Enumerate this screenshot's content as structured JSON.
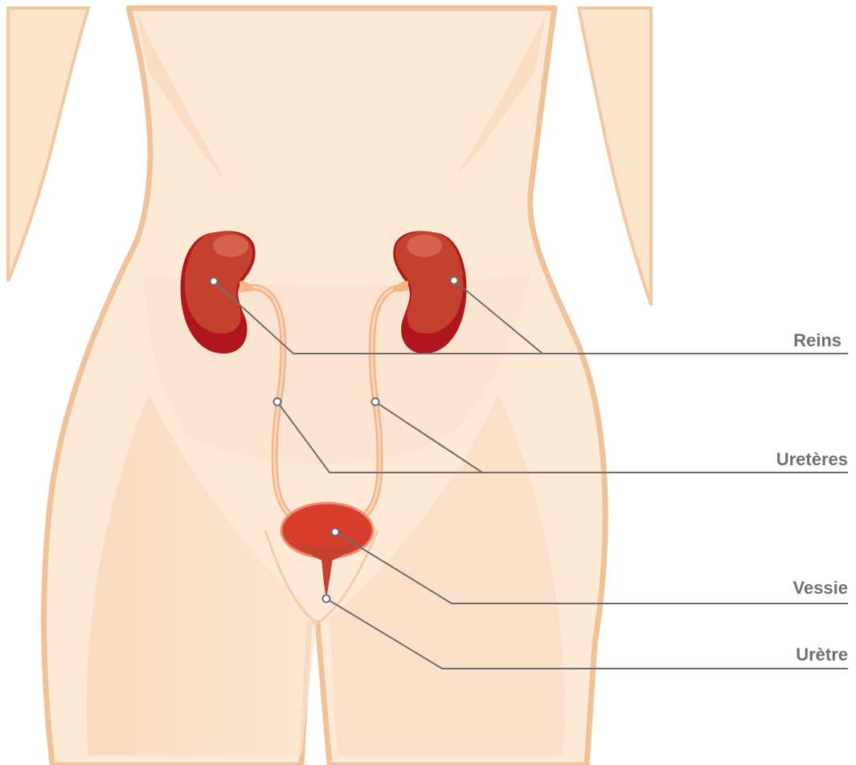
{
  "labels": {
    "reins": "Reins",
    "ureteres": "Uretères",
    "vessie": "Vessie",
    "uretre": "Urètre"
  },
  "colors": {
    "skin_light": "#fce8d4",
    "skin_mid": "#f7d7b8",
    "skin_outline": "#efc29a",
    "kidney_dark": "#b0161b",
    "kidney_main": "#c4422d",
    "kidney_highlight": "#d86a55",
    "bladder": "#d63d2b",
    "ureter": "#f5b488",
    "leader_line": "#6e6e6e",
    "label_text": "#707070"
  }
}
